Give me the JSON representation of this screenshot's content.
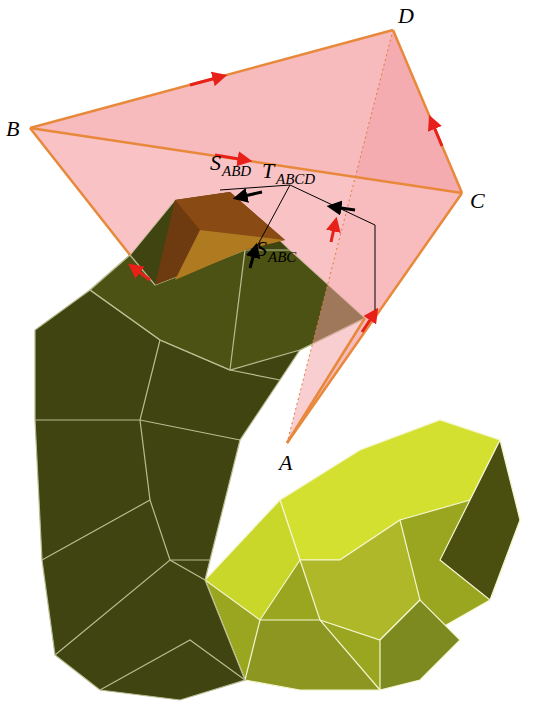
{
  "diagram": {
    "labels": [
      "B",
      "D",
      "C",
      "A",
      "T",
      "ABCD",
      "S",
      "ABD",
      "S",
      "ABC"
    ]
  }
}
